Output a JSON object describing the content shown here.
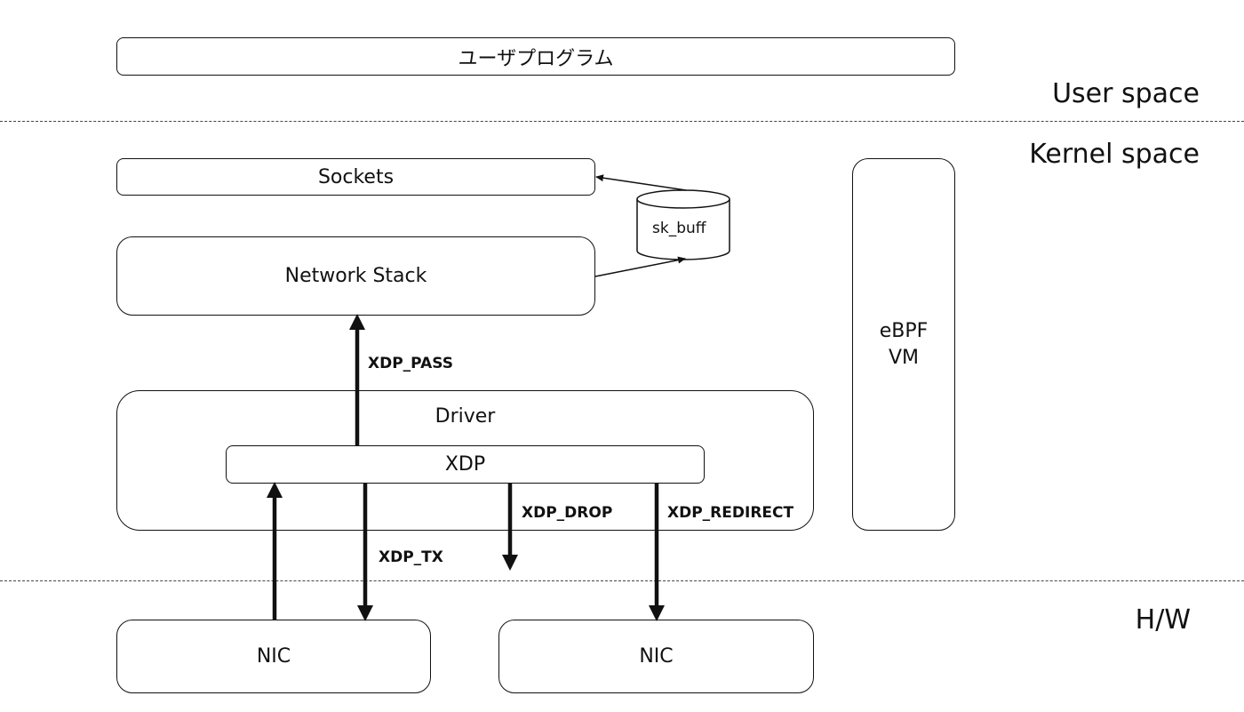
{
  "boxes": {
    "user_program": "ユーザプログラム",
    "sockets": "Sockets",
    "network_stack": "Network Stack",
    "driver": "Driver",
    "xdp": "XDP",
    "ebpf_vm_line1": "eBPF",
    "ebpf_vm_line2": "VM",
    "nic_left": "NIC",
    "nic_right": "NIC",
    "sk_buff": "sk_buff"
  },
  "regions": {
    "user_space": "User space",
    "kernel_space": "Kernel space",
    "hw": "H/W"
  },
  "actions": {
    "pass": "XDP_PASS",
    "tx": "XDP_TX",
    "drop": "XDP_DROP",
    "redirect": "XDP_REDIRECT"
  }
}
